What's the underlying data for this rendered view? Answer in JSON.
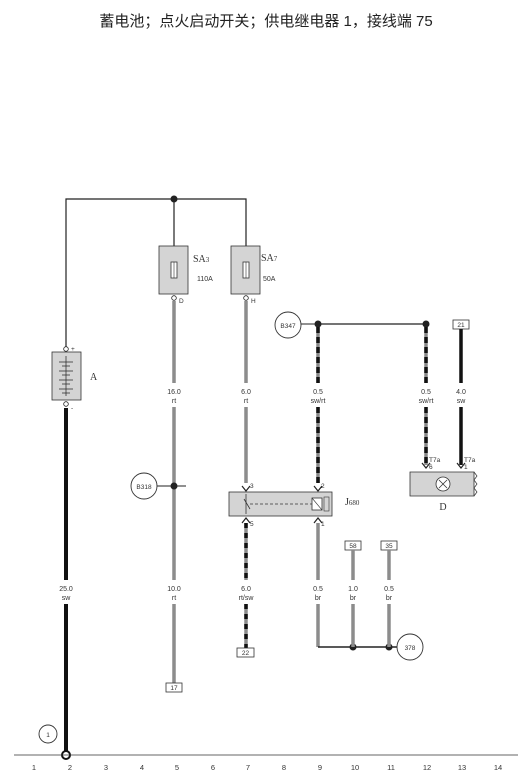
{
  "title": "蓄电池；点火启动开关；供电继电器 1，接线端 75",
  "components": {
    "battery": {
      "label": "A",
      "plus": "+",
      "minus": "-"
    },
    "fuse_sa3": {
      "name": "SA",
      "sub": "3",
      "rating": "110A",
      "pin": "D"
    },
    "fuse_sa7": {
      "name": "SA",
      "sub": "7",
      "rating": "50A",
      "pin": "H"
    },
    "relay": {
      "name": "J",
      "sub": "680",
      "pins": [
        "3",
        "2",
        "5",
        "1"
      ]
    },
    "ignition": {
      "label": "D",
      "conn1": "T7a",
      "pin1": "6",
      "conn2": "T7a",
      "pin2": "1"
    }
  },
  "wires": {
    "w1": {
      "size": "25.0",
      "color": "sw"
    },
    "w2a": {
      "size": "16.0",
      "color": "rt"
    },
    "w2b": {
      "size": "10.0",
      "color": "rt"
    },
    "w3a": {
      "size": "6.0",
      "color": "rt"
    },
    "w3b": {
      "size": "6.0",
      "color": "rt/sw"
    },
    "w4a": {
      "size": "0.5",
      "color": "sw/rt"
    },
    "w4b": {
      "size": "0.5",
      "color": "br"
    },
    "w5": {
      "size": "1.0",
      "color": "br"
    },
    "w6": {
      "size": "0.5",
      "color": "br"
    },
    "w7": {
      "size": "0.5",
      "color": "sw/rt"
    },
    "w8": {
      "size": "4.0",
      "color": "sw"
    }
  },
  "refs": {
    "b347": "B347",
    "b318": "B318",
    "g378": "378",
    "ground1": "1",
    "box17": "17",
    "box22": "22",
    "box21": "21",
    "box58": "58",
    "box35": "35"
  },
  "axis": [
    "1",
    "2",
    "3",
    "4",
    "5",
    "6",
    "7",
    "8",
    "9",
    "10",
    "11",
    "12",
    "13",
    "14"
  ]
}
